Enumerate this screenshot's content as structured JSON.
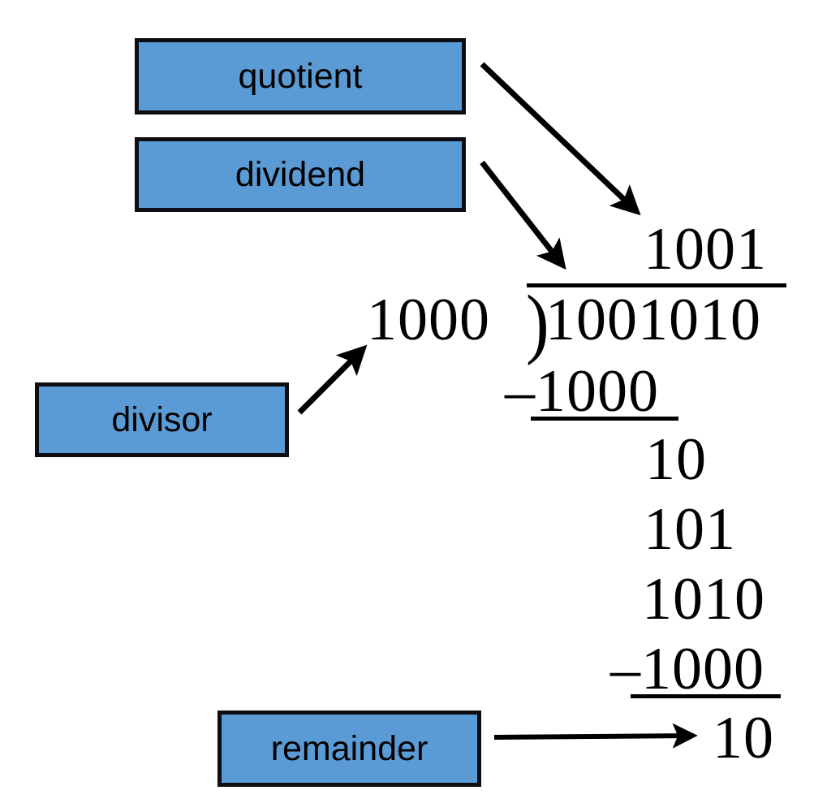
{
  "diagram": {
    "title": "Binary long division labelled diagram",
    "background_color": "#ffffff",
    "box_fill_color": "#5B9BD5",
    "box_border_color": "#0d0d14",
    "ink_color": "#000000"
  },
  "labels": {
    "quotient": "quotient",
    "dividend": "dividend",
    "divisor": "divisor",
    "remainder": "remainder"
  },
  "division": {
    "quotient": "1001",
    "divisor": "1000",
    "dividend": "1001010",
    "bracket": ")",
    "steps": [
      {
        "name": "subtract-1",
        "sign": "–",
        "value": "1000",
        "text": "–1000"
      },
      {
        "name": "bring-down-1",
        "value": "10"
      },
      {
        "name": "bring-down-2",
        "value": "101"
      },
      {
        "name": "bring-down-3",
        "value": "1010"
      },
      {
        "name": "subtract-2",
        "sign": "–",
        "value": "1000",
        "text": "–1000"
      },
      {
        "name": "remainder-result",
        "value": "10"
      }
    ],
    "rows": {
      "quotient": "1001",
      "divisor": "1000",
      "dividend": "1001010",
      "subtract_first": "–1000",
      "partial_1": "10",
      "partial_2": "101",
      "partial_3": "1010",
      "subtract_second": "–1000",
      "final_remainder": "10"
    }
  },
  "arrows": [
    {
      "name": "quotient-arrow",
      "from": "quotient-box",
      "to": "quotient-digits"
    },
    {
      "name": "dividend-arrow",
      "from": "dividend-box",
      "to": "dividend-digits"
    },
    {
      "name": "divisor-arrow",
      "from": "divisor-box",
      "to": "divisor-digits"
    },
    {
      "name": "remainder-arrow",
      "from": "remainder-box",
      "to": "final-remainder-digits"
    }
  ]
}
